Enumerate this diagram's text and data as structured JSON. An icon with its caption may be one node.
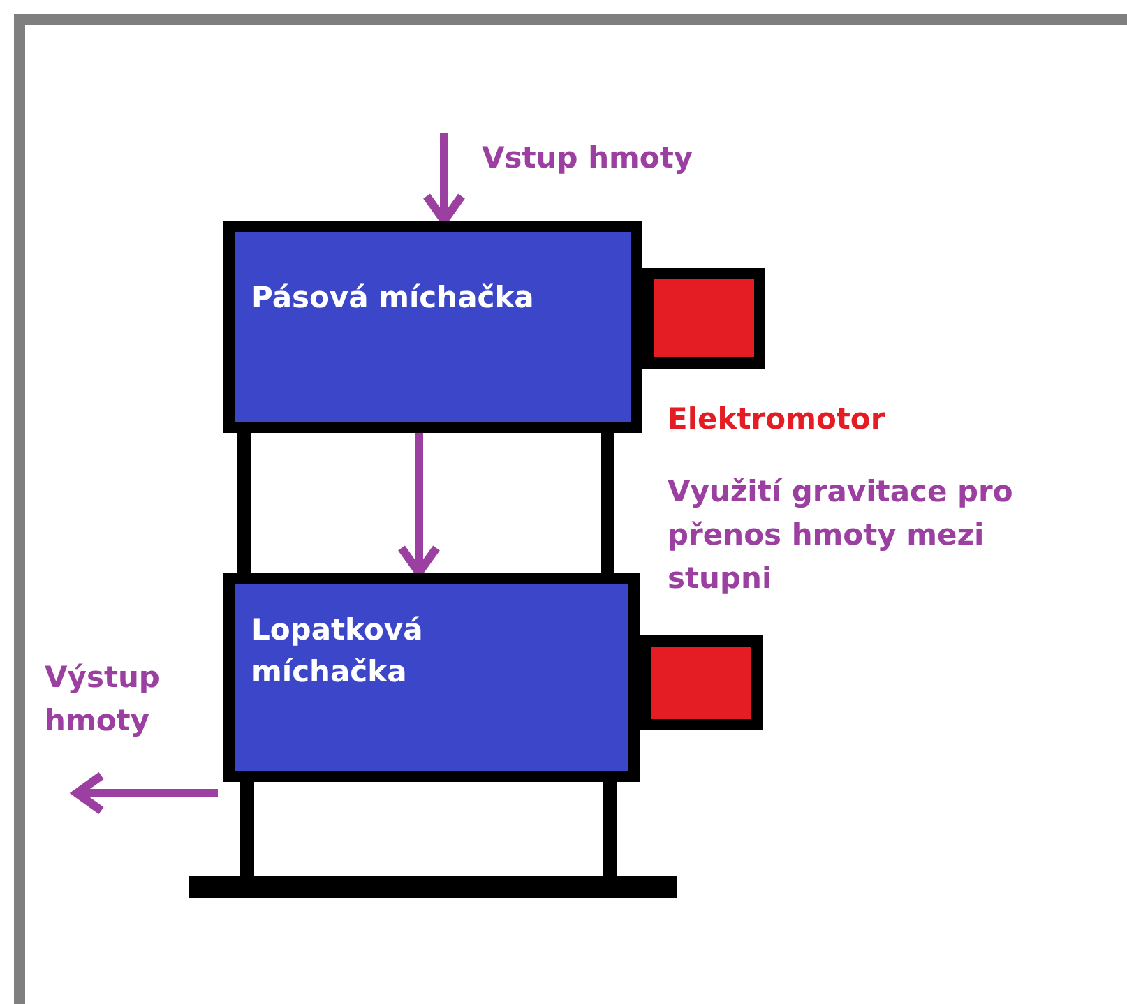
{
  "diagram": {
    "nodes": [
      {
        "text": [
          "Pásová míchačka"
        ]
      },
      {
        "text": [],
        "shape": "box"
      },
      {
        "text": [
          "Lopatková míchačka"
        ]
      },
      {
        "text": [],
        "shape": "box"
      }
    ],
    "edges": [
      {
        "from": null,
        "to": 0,
        "arrow": "to",
        "label": "Vstup hmoty"
      },
      {
        "from": 0,
        "to": 2,
        "arrow": "to"
      },
      {
        "from": 2,
        "to": null,
        "arrow": "to",
        "label": "Výstup hmoty"
      }
    ],
    "labels": [
      "Elektromotor",
      "Využití gravitace pro přenos hmoty mezi stupni"
    ]
  }
}
